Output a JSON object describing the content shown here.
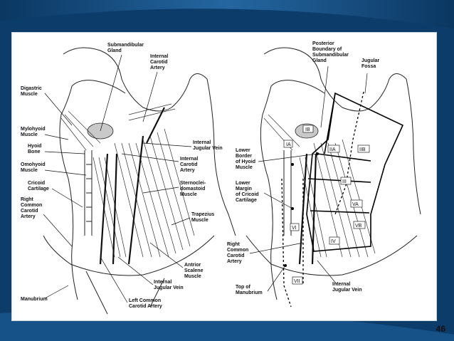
{
  "slide": {
    "number": "46"
  },
  "left_figure": {
    "labels": {
      "submandibular_gland": [
        "Submandibular",
        "Gland"
      ],
      "internal_carotid_artery_top": [
        "Internal",
        "Carotid",
        "Artery"
      ],
      "digastric_muscle": [
        "Digastric",
        "Muscle"
      ],
      "mylohyoid_muscle": [
        "Mylohyoid",
        "Muscle"
      ],
      "hyoid_bone": [
        "Hyoid",
        "Bone"
      ],
      "omohyoid_muscle": [
        "Omohyoid",
        "Muscle"
      ],
      "cricoid_cartilage": [
        "Cricoid",
        "Cartilage"
      ],
      "right_common_carotid_artery": [
        "Right",
        "Common",
        "Carotid",
        "Artery"
      ],
      "manubrium": [
        "Manubrium"
      ],
      "internal_jugular_vein_right": [
        "Internal",
        "Jugular Vein"
      ],
      "internal_carotid_artery_mid": [
        "Internal",
        "Carotid",
        "Artery"
      ],
      "sternocleidomastoid_muscle": [
        "Sternoclei-",
        "domastoid",
        "Muscle"
      ],
      "trapezius_muscle": [
        "Trapezius",
        "Muscle"
      ],
      "antrior_scalene_muscle": [
        "Antrior",
        "Scalene",
        "Muscle"
      ],
      "internal_jugular_vein_bottom": [
        "Internal",
        "Jugular Vein"
      ],
      "left_common_carotid_artery": [
        "Left Common",
        "Carotid Artery"
      ]
    }
  },
  "right_figure": {
    "labels": {
      "posterior_boundary": [
        "Posterior",
        "Boundary of",
        "Submandibular",
        "Gland"
      ],
      "jugular_fossa": [
        "Jugular",
        "Fossa"
      ],
      "lower_border_hyoid": [
        "Lower",
        "Border",
        "of Hyoid",
        "Muscle"
      ],
      "lower_margin_cricoid": [
        "Lower",
        "Margin",
        "of Cricoid",
        "Cartilage"
      ],
      "right_common_carotid_artery": [
        "Right",
        "Common",
        "Carotid",
        "Artery"
      ],
      "top_of_manubrium": [
        "Top of",
        "Manubrium"
      ],
      "internal_jugular_vein": [
        "Internal",
        "Jugular Vein"
      ]
    },
    "zones": [
      "IB",
      "IA",
      "IIA",
      "IIB",
      "III",
      "VA",
      "VB",
      "IV",
      "VI",
      "VII"
    ]
  }
}
